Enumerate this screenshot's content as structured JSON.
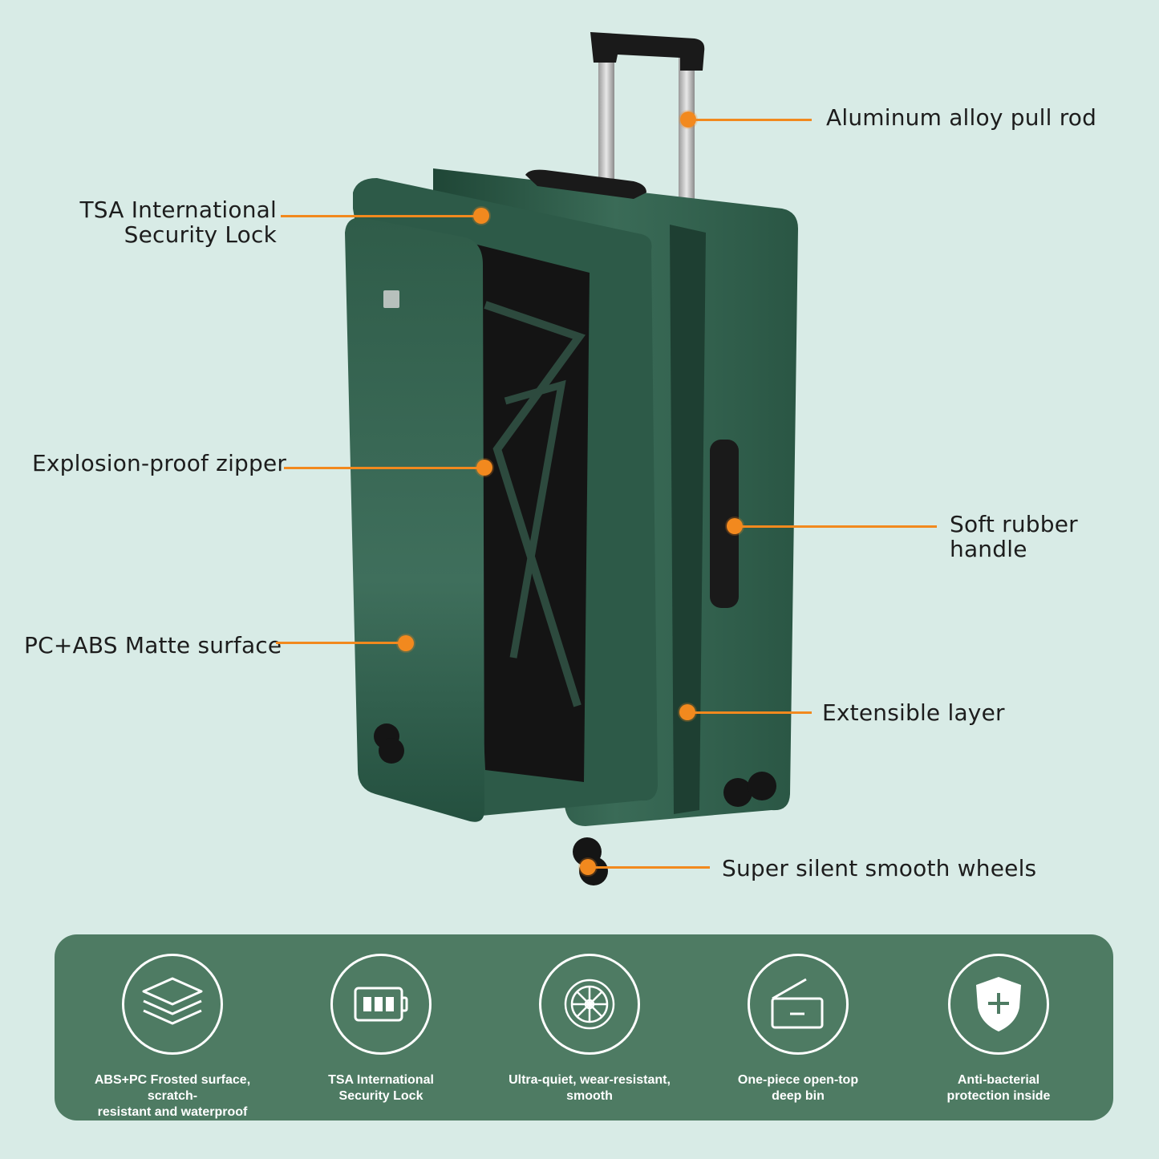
{
  "colors": {
    "background": "#d8ebe6",
    "accent": "#f2891e",
    "panel": "#4e7b63",
    "suitcase": "#2f5a48"
  },
  "callouts": {
    "pull_rod": "Aluminum alloy pull rod",
    "tsa_lock_line1": "TSA International",
    "tsa_lock_line2": "Security Lock",
    "zipper": "Explosion-proof zipper",
    "handle_line1": "Soft rubber",
    "handle_line2": "handle",
    "surface": "PC+ABS Matte surface",
    "extensible": "Extensible layer",
    "wheels": "Super silent smooth wheels"
  },
  "features": [
    {
      "icon": "layers-icon",
      "caption": "ABS+PC Frosted surface, scratch-\nresistant and waterproof"
    },
    {
      "icon": "combination-lock-icon",
      "caption": "TSA International\nSecurity Lock"
    },
    {
      "icon": "wheel-icon",
      "caption": "Ultra-quiet, wear-resistant,\nsmooth"
    },
    {
      "icon": "open-bin-icon",
      "caption": "One-piece open-top\ndeep bin"
    },
    {
      "icon": "shield-plus-icon",
      "caption": "Anti-bacterial\nprotection inside"
    }
  ]
}
